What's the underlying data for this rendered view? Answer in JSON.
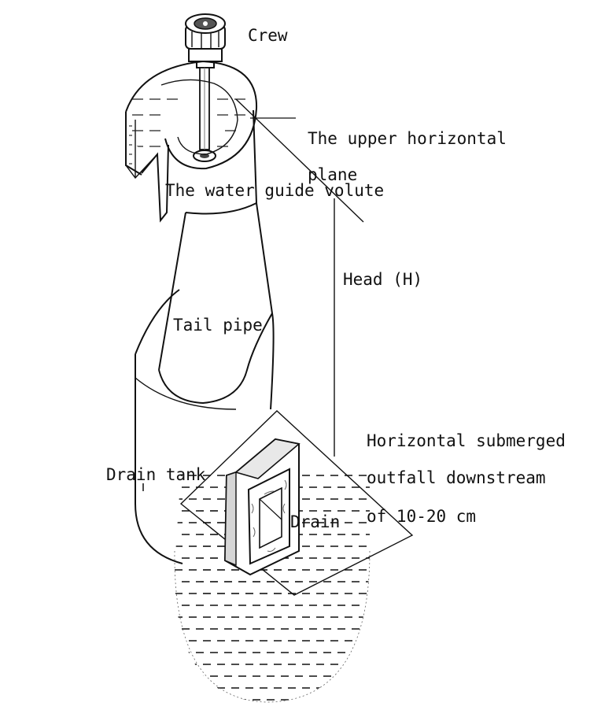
{
  "labels": {
    "crew": "Crew",
    "upper_plane_line1": "The upper horizontal",
    "upper_plane_line2": "plane",
    "volute": "The water guide volute",
    "head": "Head (H)",
    "tail_pipe": "Tail pipe",
    "submerged_line1": "Horizontal submerged",
    "submerged_line2": "outfall downstream",
    "submerged_line3": "of 10-20 cm",
    "drain_tank": "Drain tank",
    "drain": "Drain"
  }
}
